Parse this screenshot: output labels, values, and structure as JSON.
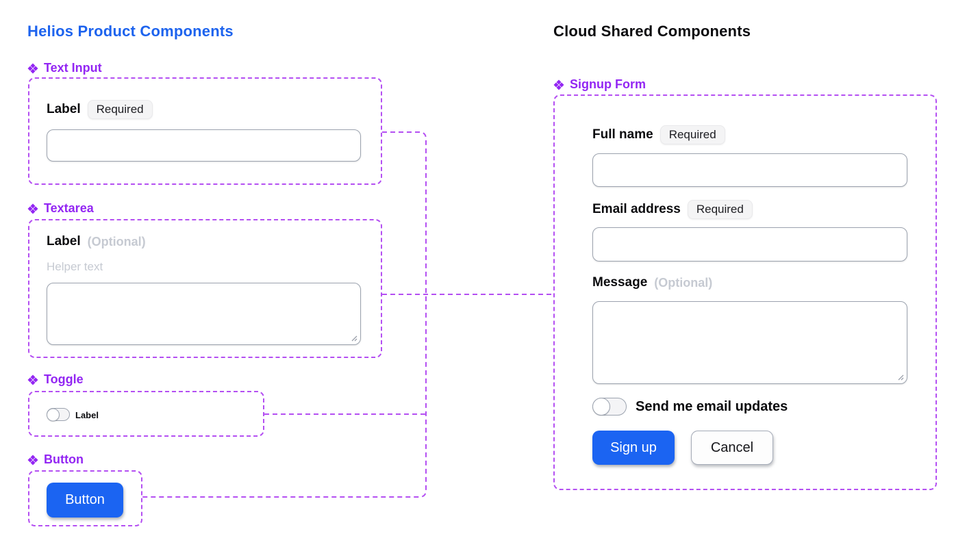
{
  "colors": {
    "title_blue": "#1d63ee",
    "button_blue": "#1b64f2",
    "component_purple": "#9326f3",
    "dashed_outline_purple": "#b44ff2",
    "muted_gray_text": "#c6cad2",
    "input_border_gray": "#9ca3af",
    "badge_background": "#f4f4f5"
  },
  "left_panel": {
    "title": "Helios Product Components",
    "sections": [
      {
        "label": "Text Input",
        "icon": "component-icon",
        "field_label": "Label",
        "badge": "Required",
        "input_value": ""
      },
      {
        "label": "Textarea",
        "icon": "component-icon",
        "field_label": "Label",
        "optional_suffix": "(Optional)",
        "helper_text": "Helper text",
        "textarea_value": ""
      },
      {
        "label": "Toggle",
        "icon": "component-icon",
        "toggle_label": "Label",
        "toggle_state": "off"
      },
      {
        "label": "Button",
        "icon": "component-icon",
        "button_label": "Button"
      }
    ]
  },
  "right_panel": {
    "title": "Cloud Shared Components",
    "section": {
      "label": "Signup Form",
      "icon": "component-icon"
    },
    "form": {
      "fields": [
        {
          "label": "Full name",
          "badge": "Required",
          "type": "input",
          "value": ""
        },
        {
          "label": "Email address",
          "badge": "Required",
          "type": "input",
          "value": ""
        },
        {
          "label": "Message",
          "optional_suffix": "(Optional)",
          "type": "textarea",
          "value": ""
        }
      ],
      "toggle_label": "Send me email updates",
      "toggle_state": "off",
      "primary_button": "Sign up",
      "secondary_button": "Cancel"
    }
  }
}
